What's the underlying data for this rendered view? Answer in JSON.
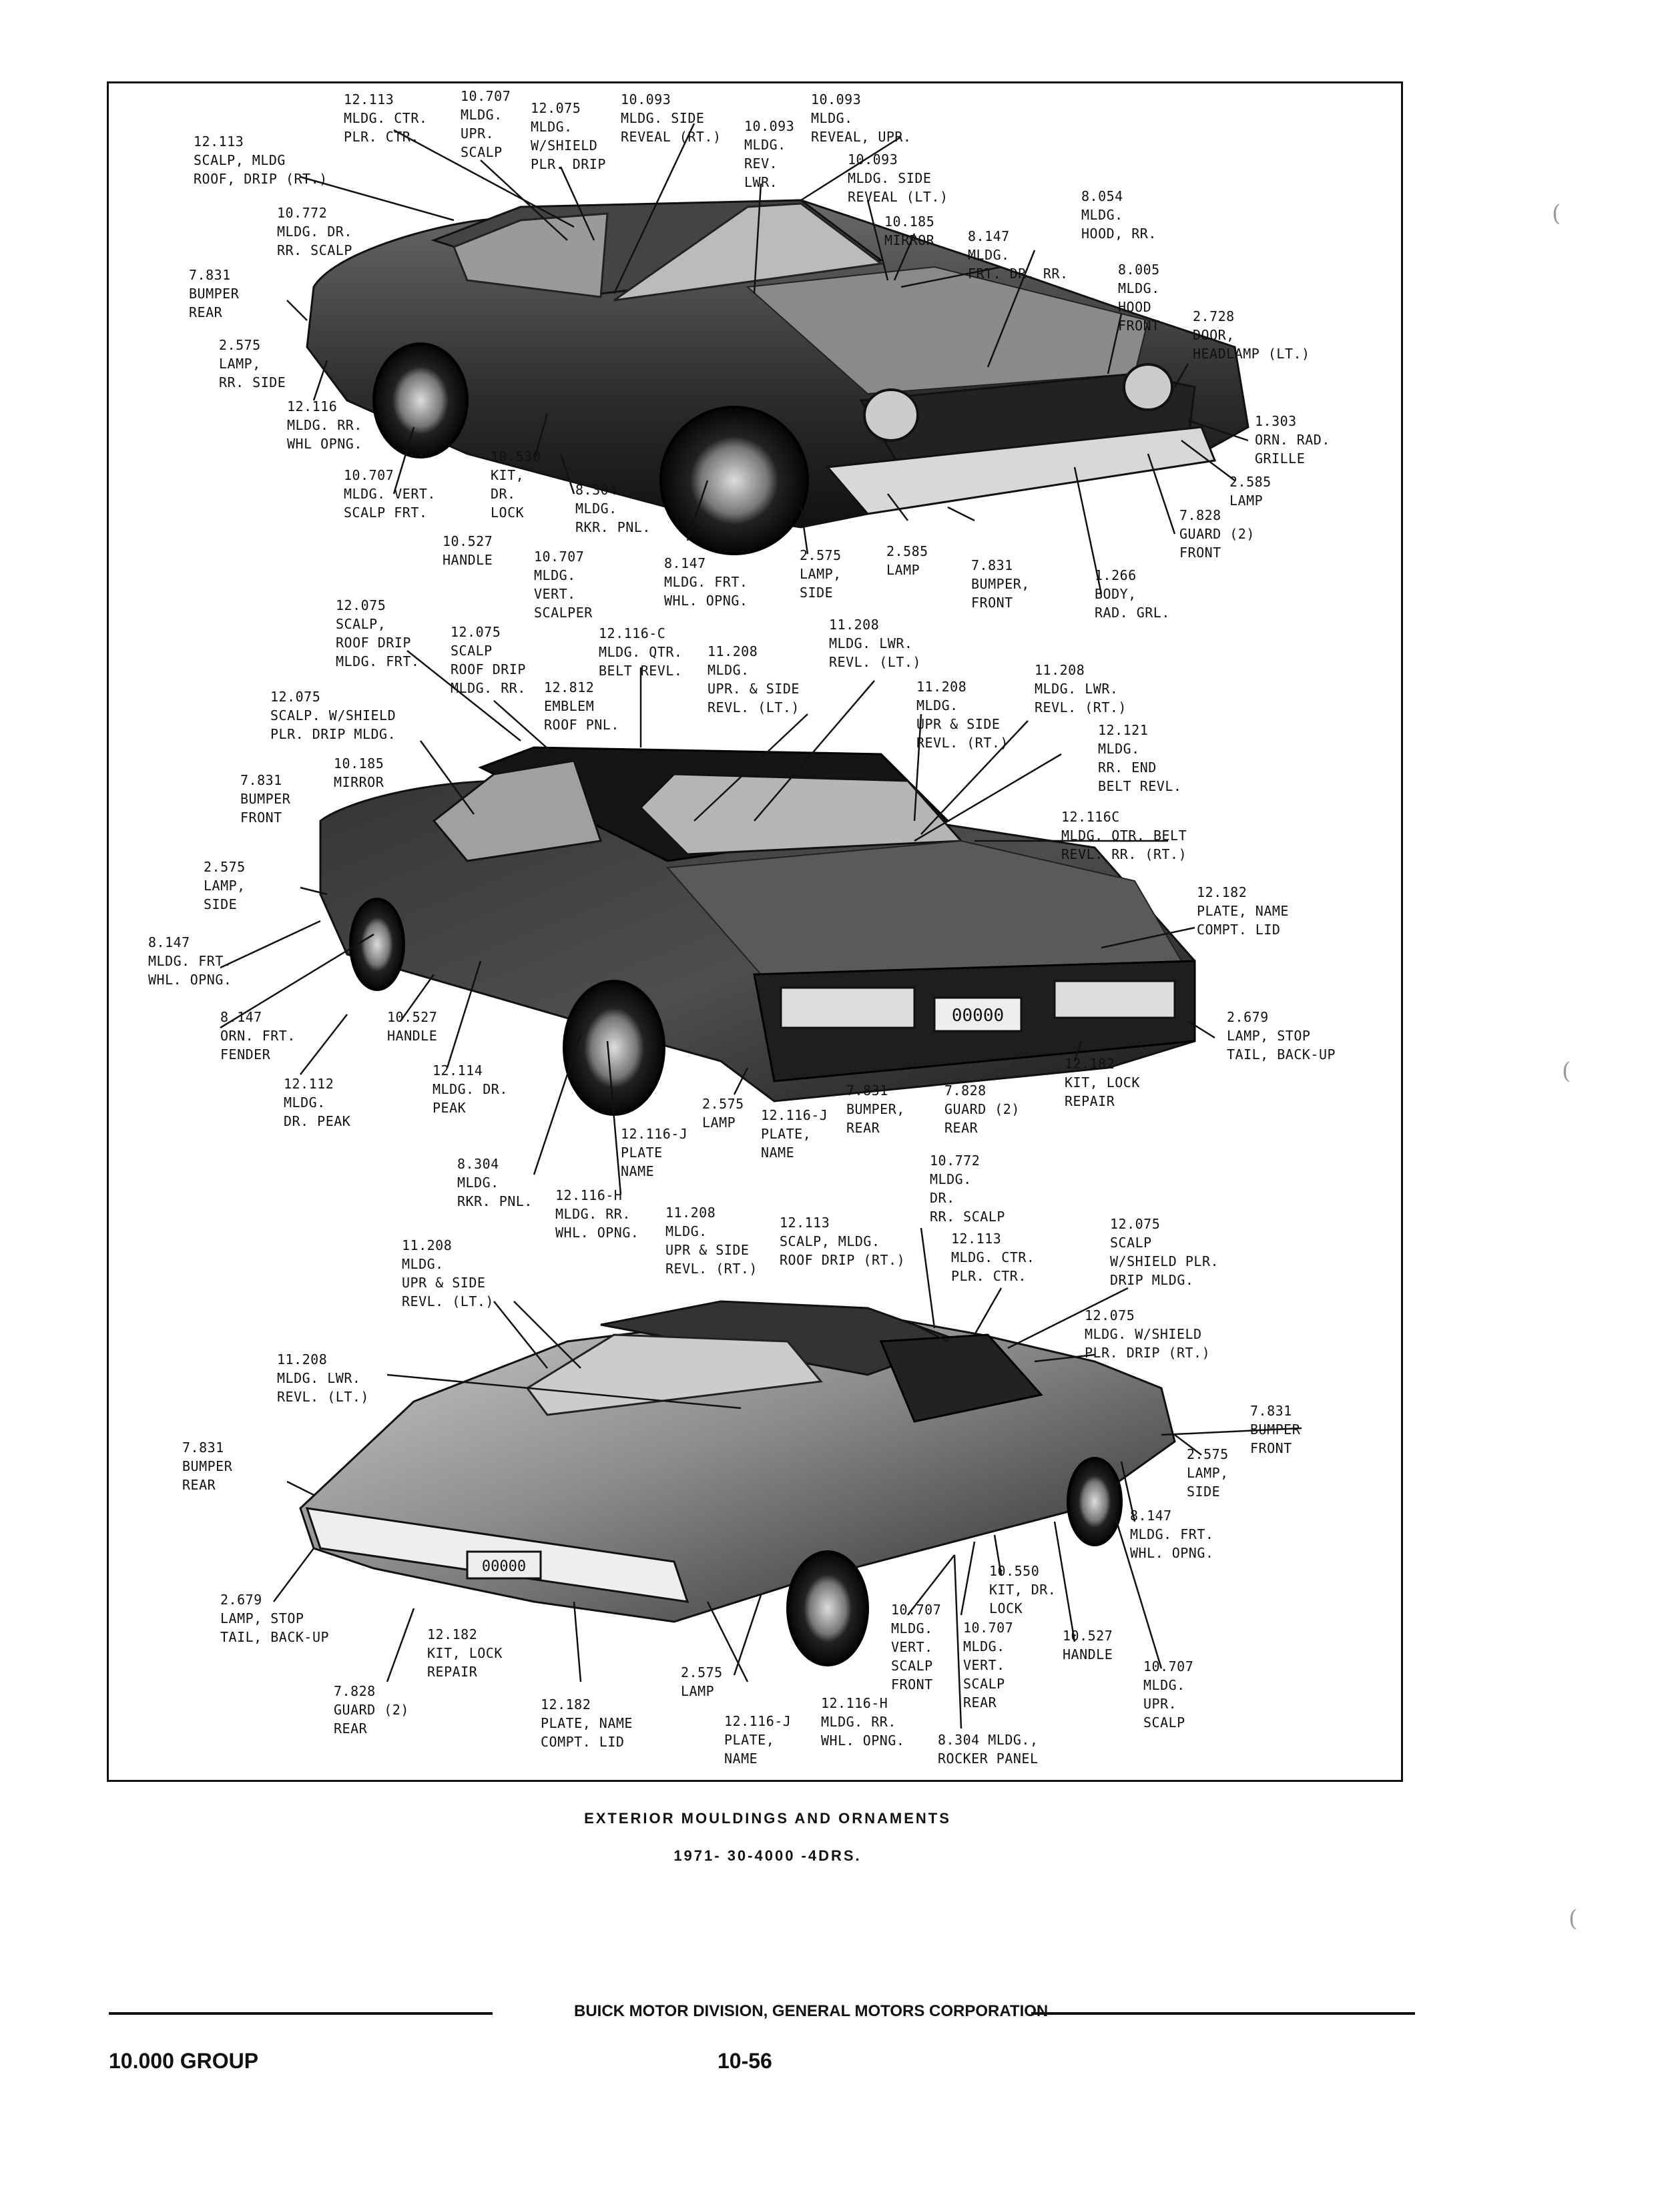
{
  "caption": {
    "title": "EXTERIOR MOULDINGS AND ORNAMENTS",
    "subtitle": "1971- 30-4000 -4DRS."
  },
  "footer": {
    "publisher": "BUICK MOTOR DIVISION, GENERAL MOTORS CORPORATION",
    "group": "10.000 GROUP",
    "page_number": "10-56"
  },
  "plate_text": "00000",
  "labels": {
    "top": [
      {
        "id": "t1",
        "text": "12.113\nMLDG. CTR.\nPLR. CTR."
      },
      {
        "id": "t2",
        "text": "10.707\nMLDG.\nUPR.\nSCALP"
      },
      {
        "id": "t3",
        "text": "12.075\nMLDG.\nW/SHIELD\nPLR. DRIP"
      },
      {
        "id": "t4",
        "text": "10.093\nMLDG. SIDE\nREVEAL (RT.)"
      },
      {
        "id": "t5",
        "text": "10.093\nMLDG.\nREV.\nLWR."
      },
      {
        "id": "t6",
        "text": "10.093\nMLDG.\nREVEAL, UPR."
      },
      {
        "id": "t7",
        "text": "12.113\nSCALP, MLDG\nROOF, DRIP (RT.)"
      },
      {
        "id": "t8",
        "text": "10.093\nMLDG. SIDE\nREVEAL (LT.)"
      },
      {
        "id": "t9",
        "text": "10.772\nMLDG. DR.\nRR. SCALP"
      },
      {
        "id": "t10",
        "text": "10.185\nMIRROR"
      },
      {
        "id": "t11",
        "text": "8.054\nMLDG.\nHOOD, RR."
      },
      {
        "id": "t12",
        "text": "8.147\nMLDG.\nFRT. DR. RR."
      },
      {
        "id": "t13",
        "text": "7.831\nBUMPER\nREAR"
      },
      {
        "id": "t14",
        "text": "8.005\nMLDG.\nHOOD\nFRONT"
      },
      {
        "id": "t15",
        "text": "2.728\nDOOR,\nHEADLAMP (LT.)"
      },
      {
        "id": "t16",
        "text": "2.575\nLAMP,\nRR. SIDE"
      },
      {
        "id": "t17",
        "text": "12.116\nMLDG. RR.\nWHL OPNG."
      },
      {
        "id": "t18",
        "text": "1.303\nORN. RAD.\nGRILLE"
      },
      {
        "id": "t19",
        "text": "10.530\nKIT,\nDR.\nLOCK"
      },
      {
        "id": "t20",
        "text": "10.707\nMLDG. VERT.\nSCALP FRT."
      },
      {
        "id": "t21",
        "text": "2.585\nLAMP"
      },
      {
        "id": "t22",
        "text": "8.304\nMLDG.\nRKR. PNL."
      },
      {
        "id": "t23",
        "text": "7.828\nGUARD (2)\nFRONT"
      },
      {
        "id": "t24",
        "text": "10.527\nHANDLE"
      },
      {
        "id": "t25",
        "text": "10.707\nMLDG.\nVERT.\nSCALPER"
      },
      {
        "id": "t26",
        "text": "8.147\nMLDG. FRT.\nWHL. OPNG."
      },
      {
        "id": "t27",
        "text": "2.575\nLAMP,\nSIDE"
      },
      {
        "id": "t28",
        "text": "2.585\nLAMP"
      },
      {
        "id": "t29",
        "text": "7.831\nBUMPER,\nFRONT"
      },
      {
        "id": "t30",
        "text": "1.266\nBODY,\nRAD. GRL."
      }
    ],
    "middle": [
      {
        "id": "m1",
        "text": "12.075\nSCALP,\nROOF DRIP\nMLDG. FRT."
      },
      {
        "id": "m2",
        "text": "12.075\nSCALP\nROOF DRIP\nMLDG. RR."
      },
      {
        "id": "m3",
        "text": "12.116-C\nMLDG. QTR.\nBELT REVL."
      },
      {
        "id": "m4",
        "text": "11.208\nMLDG.\nUPR. & SIDE\nREVL. (LT.)"
      },
      {
        "id": "m5",
        "text": "11.208\nMLDG. LWR.\nREVL. (LT.)"
      },
      {
        "id": "m6",
        "text": "12.812\nEMBLEM\nROOF PNL."
      },
      {
        "id": "m7",
        "text": "12.075\nSCALP. W/SHIELD\nPLR. DRIP MLDG."
      },
      {
        "id": "m8",
        "text": "11.208\nMLDG.\nUPR & SIDE\nREVL. (RT.)"
      },
      {
        "id": "m9",
        "text": "11.208\nMLDG. LWR.\nREVL. (RT.)"
      },
      {
        "id": "m10",
        "text": "10.185\nMIRROR"
      },
      {
        "id": "m11",
        "text": "12.121\nMLDG.\nRR. END\nBELT REVL."
      },
      {
        "id": "m12",
        "text": "7.831\nBUMPER\nFRONT"
      },
      {
        "id": "m13",
        "text": "12.116C\nMLDG. QTR. BELT\nREVL. RR. (RT.)"
      },
      {
        "id": "m14",
        "text": "2.575\nLAMP,\nSIDE"
      },
      {
        "id": "m15",
        "text": "12.182\nPLATE, NAME\nCOMPT. LID"
      },
      {
        "id": "m16",
        "text": "8.147\nMLDG. FRT.\nWHL. OPNG."
      },
      {
        "id": "m17",
        "text": "8.147\nORN. FRT.\nFENDER"
      },
      {
        "id": "m18",
        "text": "10.527\nHANDLE"
      },
      {
        "id": "m19",
        "text": "2.679\nLAMP, STOP\nTAIL, BACK-UP"
      },
      {
        "id": "m20",
        "text": "12.114\nMLDG. DR.\nPEAK"
      },
      {
        "id": "m21",
        "text": "12.182\nKIT, LOCK\nREPAIR"
      },
      {
        "id": "m22",
        "text": "12.112\nMLDG.\nDR. PEAK"
      },
      {
        "id": "m23",
        "text": "2.575\nLAMP"
      },
      {
        "id": "m24",
        "text": "12.116-J\nPLATE,\nNAME"
      },
      {
        "id": "m25",
        "text": "7.831\nBUMPER,\nREAR"
      },
      {
        "id": "m26",
        "text": "7.828\nGUARD (2)\nREAR"
      },
      {
        "id": "m27",
        "text": "12.116-J\nPLATE\nNAME"
      },
      {
        "id": "m28",
        "text": "8.304\nMLDG.\nRKR. PNL."
      },
      {
        "id": "m29",
        "text": "12.116-H\nMLDG. RR.\nWHL. OPNG."
      }
    ],
    "bottom": [
      {
        "id": "b1",
        "text": "10.772\nMLDG.\nDR.\nRR. SCALP"
      },
      {
        "id": "b2",
        "text": "11.208\nMLDG.\nUPR & SIDE\nREVL. (RT.)"
      },
      {
        "id": "b3",
        "text": "12.113\nSCALP, MLDG.\nROOF DRIP (RT.)"
      },
      {
        "id": "b4",
        "text": "12.113\nMLDG. CTR.\nPLR. CTR."
      },
      {
        "id": "b5",
        "text": "12.075\nSCALP\nW/SHIELD PLR.\nDRIP MLDG."
      },
      {
        "id": "b6",
        "text": "11.208\nMLDG.\nUPR & SIDE\nREVL. (LT.)"
      },
      {
        "id": "b7",
        "text": "12.075\nMLDG. W/SHIELD\nPLR. DRIP (RT.)"
      },
      {
        "id": "b8",
        "text": "11.208\nMLDG. LWR.\nREVL. (LT.)"
      },
      {
        "id": "b9",
        "text": "7.831\nBUMPER\nFRONT"
      },
      {
        "id": "b10",
        "text": "7.831\nBUMPER\nREAR"
      },
      {
        "id": "b11",
        "text": "2.575\nLAMP,\nSIDE"
      },
      {
        "id": "b12",
        "text": "8.147\nMLDG. FRT.\nWHL. OPNG."
      },
      {
        "id": "b13",
        "text": "10.550\nKIT, DR.\nLOCK"
      },
      {
        "id": "b14",
        "text": "2.679\nLAMP, STOP\nTAIL, BACK-UP"
      },
      {
        "id": "b15",
        "text": "10.707\nMLDG.\nVERT.\nSCALP\nFRONT"
      },
      {
        "id": "b16",
        "text": "10.707\nMLDG.\nVERT.\nSCALP\nREAR"
      },
      {
        "id": "b17",
        "text": "10.527\nHANDLE"
      },
      {
        "id": "b18",
        "text": "12.182\nKIT, LOCK\nREPAIR"
      },
      {
        "id": "b19",
        "text": "10.707\nMLDG.\nUPR.\nSCALP"
      },
      {
        "id": "b20",
        "text": "7.828\nGUARD (2)\nREAR"
      },
      {
        "id": "b21",
        "text": "2.575\nLAMP"
      },
      {
        "id": "b22",
        "text": "12.116-H\nMLDG. RR.\nWHL. OPNG."
      },
      {
        "id": "b23",
        "text": "12.182\nPLATE, NAME\nCOMPT. LID"
      },
      {
        "id": "b24",
        "text": "12.116-J\nPLATE,\nNAME"
      },
      {
        "id": "b25",
        "text": "8.304 MLDG.,\nROCKER PANEL"
      }
    ]
  }
}
